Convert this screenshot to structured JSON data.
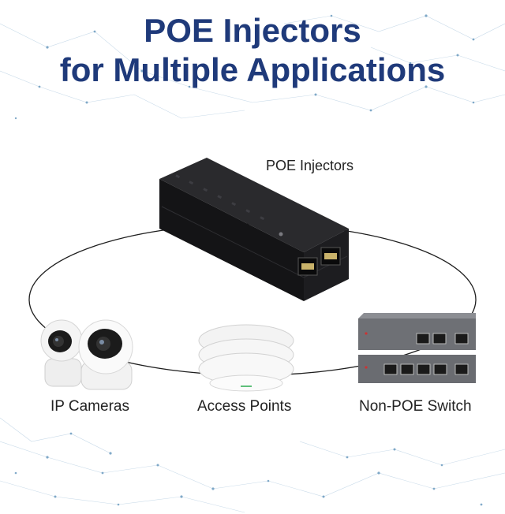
{
  "headline": {
    "line1": "POE Injectors",
    "line2": "for Multiple Applications"
  },
  "labels": {
    "injector": "POE Injectors",
    "cameras": "IP Cameras",
    "access_points": "Access Points",
    "switch": "Non-POE Switch"
  },
  "colors": {
    "headline": "#1f3a7a",
    "network_dots": "#5a8fb8",
    "device_black": "#1c1c1e",
    "switch_gray": "#6e7075"
  }
}
